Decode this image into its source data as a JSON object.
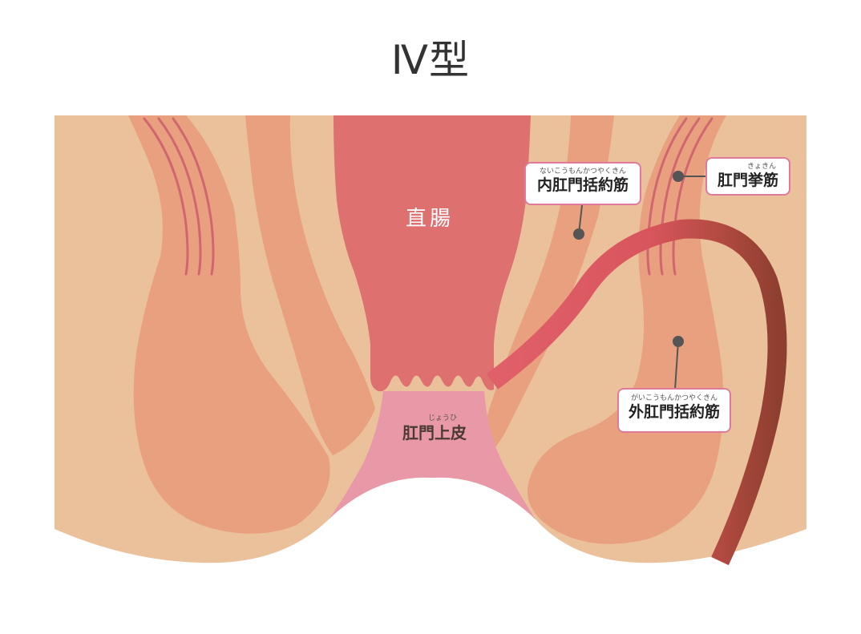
{
  "title": "Ⅳ型",
  "labels": {
    "rectum": "直腸",
    "anoderm": {
      "ruby": "じょうひ",
      "text": "肛門上皮"
    },
    "internal_sphincter": {
      "ruby": "ないこうもんかつやくきん",
      "text": "内肛門括約筋"
    },
    "levator_ani": {
      "ruby": "きょきん",
      "text": "肛門挙筋"
    },
    "external_sphincter": {
      "ruby": "がいこうもんかつやくきん",
      "text": "外肛門括約筋"
    }
  },
  "colors": {
    "skin": "#ebc19c",
    "muscle": "#e8a07f",
    "rectum": "#de7070",
    "anoderm": "#e898a6",
    "fistula_light": "#d9555e",
    "fistula_dark": "#9a4535",
    "muscle_lines": "#cf6670",
    "callout_border": "#e07a9b"
  }
}
